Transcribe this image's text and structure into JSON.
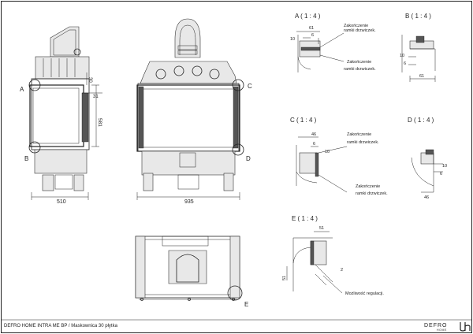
{
  "sheet": {
    "caption": "DEFRO HOME INTRA ME BP / Maskownica 30 płytka",
    "logo_text": "DEFRO",
    "logo_sub": "HOME"
  },
  "front_view": {
    "width_dim": "935",
    "callout_c": "C",
    "callout_d": "D"
  },
  "side_view": {
    "width_dim": "510",
    "height_dim": "581",
    "dim_30": "30",
    "dim_31": "31",
    "callout_a": "A",
    "callout_b": "B"
  },
  "top_view": {
    "callout_e": "E"
  },
  "details": {
    "a": {
      "title": "A ( 1 : 4 )",
      "d1": "61",
      "d2": "6",
      "d3": "10",
      "note1": "Zakończenie",
      "note2": "ramki drzwiczek.",
      "note3": "Zakończenie",
      "note4": "ramki drzwiczek."
    },
    "b": {
      "title": "B ( 1 : 4 )",
      "d1": "10",
      "d2": "6",
      "d3": "61"
    },
    "c": {
      "title": "C ( 1 : 4 )",
      "d1": "46",
      "d2": "6",
      "d3": "10",
      "note1": "Zakończenie",
      "note2": "ramki drzwiczek.",
      "note3": "Zakończenie",
      "note4": "ramki drzwiczek."
    },
    "d": {
      "title": "D ( 1 : 4 )",
      "d1": "10",
      "d2": "6",
      "d3": "46"
    },
    "e": {
      "title": "E ( 1 : 4 )",
      "d1": "51",
      "d2": "51",
      "d3": "2",
      "note": "Możliwość regulacji."
    }
  }
}
